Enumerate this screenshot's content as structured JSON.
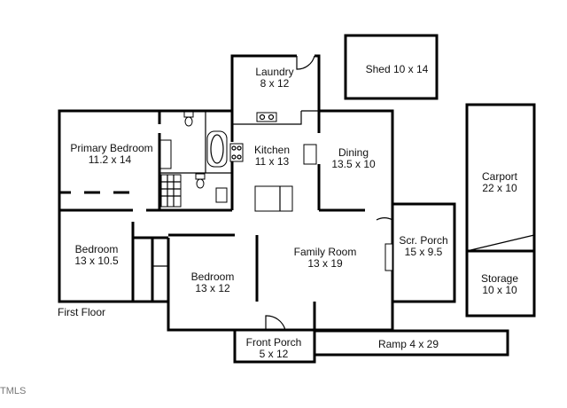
{
  "floor_label": "First Floor",
  "watermark": "TMLS",
  "rooms": {
    "laundry": {
      "name": "Laundry",
      "size": "8 x 12"
    },
    "shed": {
      "name": "Shed 10 x 14"
    },
    "primary_bedroom": {
      "name": "Primary Bedroom",
      "size": "11.2 x 14"
    },
    "kitchen": {
      "name": "Kitchen",
      "size": "11 x 13"
    },
    "dining": {
      "name": "Dining",
      "size": "13.5 x 10"
    },
    "carport": {
      "name": "Carport",
      "size": "22 x 10"
    },
    "bedroom_left": {
      "name": "Bedroom",
      "size": "13 x 10.5"
    },
    "family_room": {
      "name": "Family Room",
      "size": "13 x 19"
    },
    "screen_porch": {
      "name": "Scr. Porch",
      "size": "15 x 9.5"
    },
    "bedroom_center": {
      "name": "Bedroom",
      "size": "13 x 12"
    },
    "storage": {
      "name": "Storage",
      "size": "10 x 10"
    },
    "front_porch": {
      "name": "Front Porch",
      "size": "5 x 12"
    },
    "ramp": {
      "name": "Ramp 4 x 29"
    }
  }
}
